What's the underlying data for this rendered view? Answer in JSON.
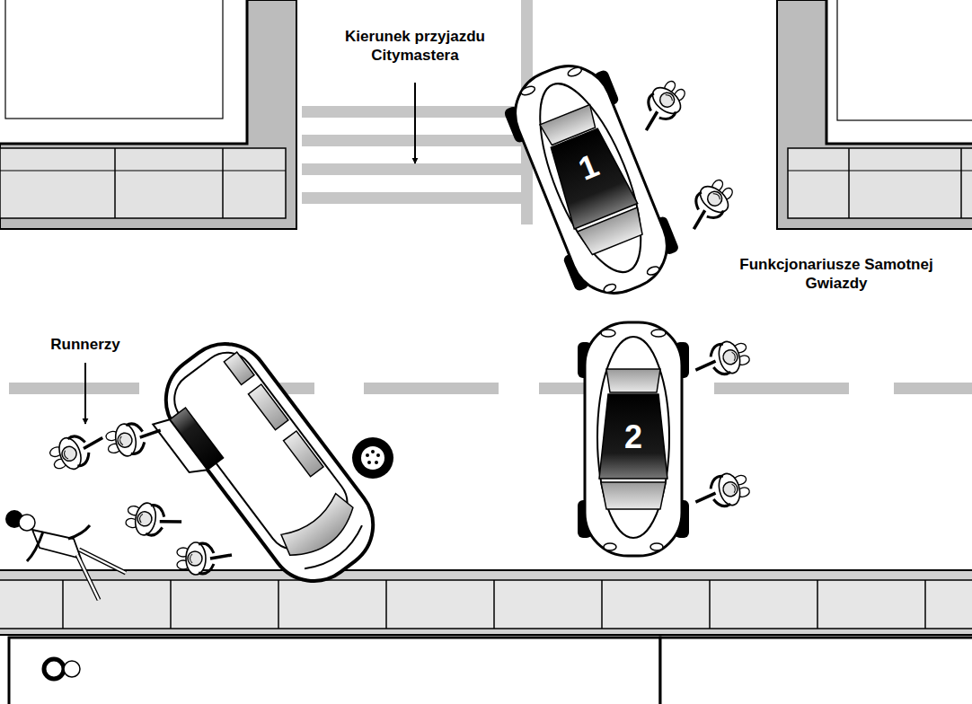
{
  "diagram": {
    "labels": [
      "Kierunek przyjazdu Citymastera",
      "Funkcjonariusze Samotnej Gwiazdy",
      "Runnerzy",
      "1",
      "2"
    ]
  }
}
